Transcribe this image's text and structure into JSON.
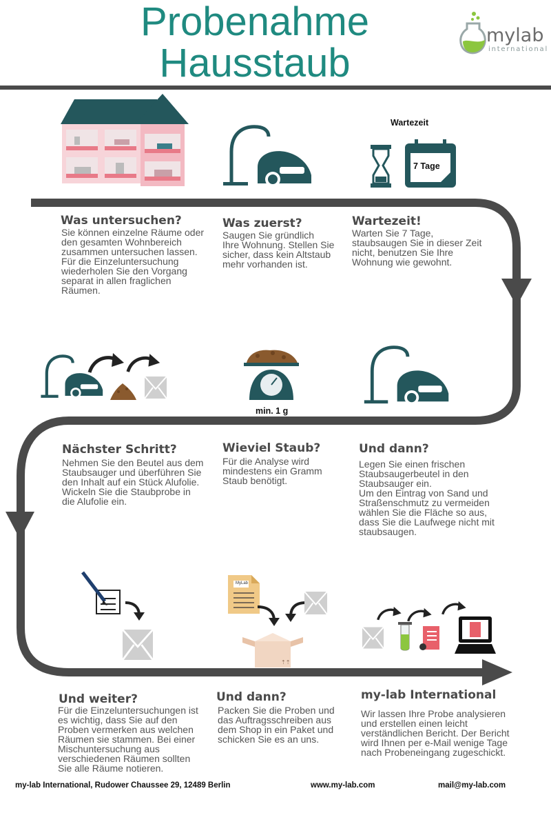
{
  "header": {
    "title_line1": "Probenahme",
    "title_line2": "Hausstaub",
    "logo_name": "mylab",
    "logo_sub": "international"
  },
  "icons": {
    "wait_label": "Wartezeit",
    "calendar_label": "7 Tage",
    "scale_label": "min. 1 g",
    "shop_paper_label": "MyLab",
    "box_label": "⇡⇡"
  },
  "steps": [
    {
      "heading": "Was untersuchen?",
      "body": "Sie können einzelne Räume oder\nden gesamten Wohnbereich\nzusammen untersuchen lassen.\nFür die Einzeluntersuchung\nwiederholen Sie den Vorgang\n separat in allen fraglichen\nRäumen."
    },
    {
      "heading": "Was zuerst?",
      "body": "Saugen Sie gründlich\nIhre Wohnung. Stellen Sie\nsicher, dass kein Altstaub\nmehr vorhanden ist."
    },
    {
      "heading": "Wartezeit!",
      "body": "Warten Sie 7 Tage,\nstaubsaugen Sie in dieser Zeit\nnicht, benutzen Sie Ihre\nWohnung wie gewohnt."
    },
    {
      "heading": "Nächster Schritt?",
      "body": "Nehmen Sie den Beutel aus dem\nStaubsauger und überführen Sie\nden Inhalt auf ein Stück Alufolie.\nWickeln Sie die Staubprobe in\ndie Alufolie ein."
    },
    {
      "heading": "Wieviel Staub?",
      "body": "Für die Analyse wird\nmindestens ein Gramm\nStaub benötigt."
    },
    {
      "heading": "Und dann?",
      "body": "Legen Sie einen frischen\nStaubsaugerbeutel in den\nStaubsauger ein.\nUm den Eintrag von Sand und\nStraßenschmutz zu vermeiden\nwählen Sie die Fläche so aus,\ndass Sie die Laufwege nicht mit\nstaubsaugen."
    },
    {
      "heading": "Und weiter?",
      "body": "Für die Einzeluntersuchungen ist\nes wichtig, dass Sie auf den\nProben vermerken aus welchen\nRäumen sie stammen. Bei einer\nMischuntersuchung aus\nverschiedenen Räumen sollten\nSie alle Räume notieren."
    },
    {
      "heading": "Und dann?",
      "body": "Packen Sie die Proben und\ndas Auftragsschreiben aus\ndem Shop in ein Paket und\nschicken Sie es an uns."
    },
    {
      "heading": "my-lab International",
      "body": "Wir lassen Ihre Probe analysieren\nund erstellen einen leicht\nverständlichen Bericht. Der Bericht\nwird Ihnen per e-Mail wenige Tage\nnach Probeneingang zugeschickt."
    }
  ],
  "footer": {
    "address": "my-lab International, Rudower Chaussee 29, 12489 Berlin",
    "web": "www.my-lab.com",
    "mail": "mail@my-lab.com"
  },
  "colors": {
    "teal": "#1f8a80",
    "dark_teal": "#24575c",
    "flow_line": "#4a4a4a",
    "house_pink": "#f3b9c2",
    "envelope": "#cfcfcf",
    "dust": "#8a5a2e",
    "logo_green": "#8cc63f"
  }
}
